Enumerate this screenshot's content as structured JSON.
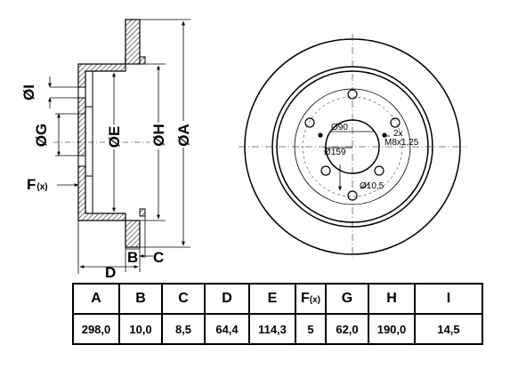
{
  "drawing": {
    "side_view": {
      "labels": {
        "I": "ØI",
        "G": "ØG",
        "E": "ØE",
        "H": "ØH",
        "A": "ØA",
        "F": "F",
        "F_suffix": "(x)",
        "B": "B",
        "C": "C",
        "D": "D"
      }
    },
    "front_view": {
      "annotations": {
        "center_bore": "Ø90",
        "pcd": "Ø159",
        "thread_count": "2x",
        "thread_spec": "M8x1,25",
        "hole_diameter": "Ø10,5"
      }
    }
  },
  "table": {
    "headers": [
      "A",
      "B",
      "C",
      "D",
      "E",
      "F",
      "G",
      "H",
      "I"
    ],
    "header_suffix_F": "(x)",
    "values": [
      "298,0",
      "10,0",
      "8,5",
      "64,4",
      "114,3",
      "5",
      "62,0",
      "190,0",
      "14,5"
    ]
  }
}
